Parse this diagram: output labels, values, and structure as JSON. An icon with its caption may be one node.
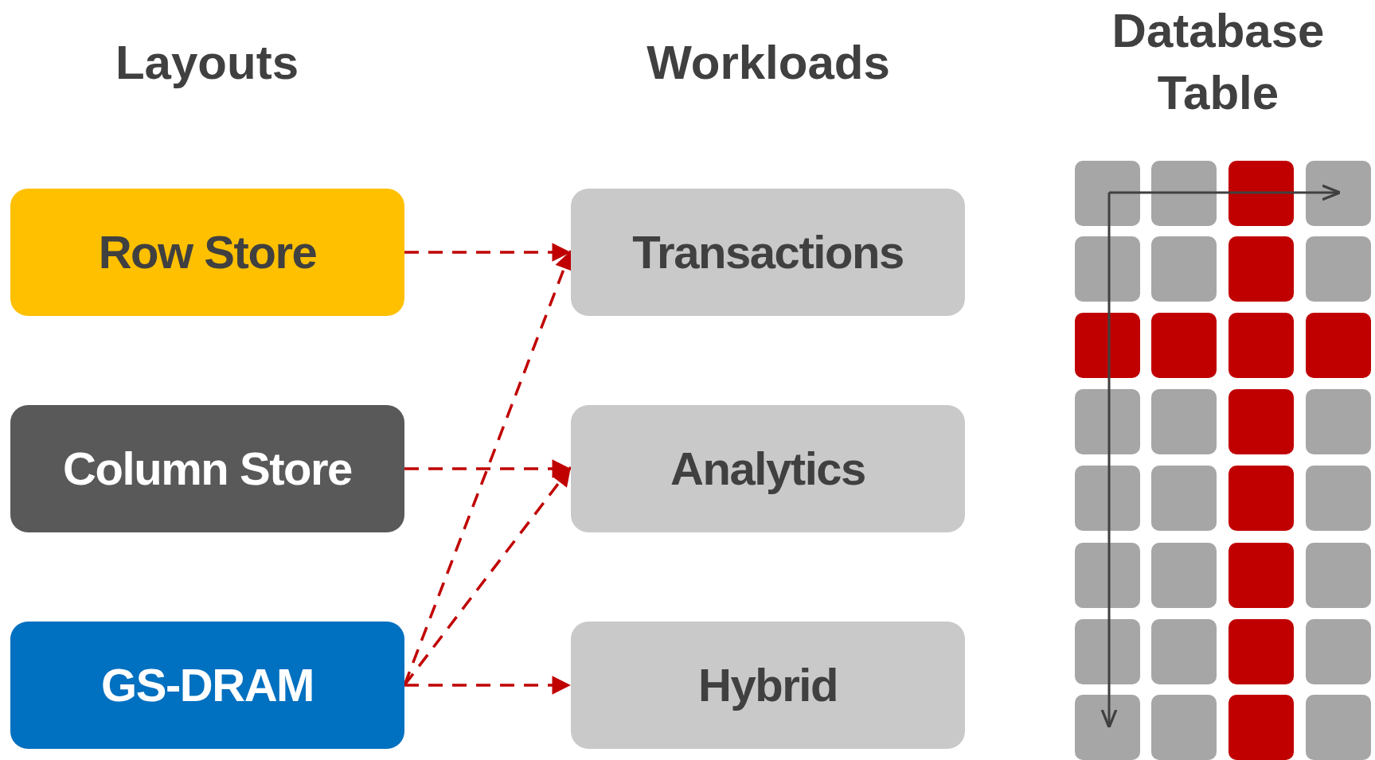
{
  "diagram": {
    "nodes": [
      {
        "text": [
          "Row Store"
        ]
      },
      {
        "text": [
          "Column Store"
        ]
      },
      {
        "text": [
          "GS-DRAM"
        ]
      },
      {
        "text": [
          "Transactions"
        ]
      },
      {
        "text": [
          "Analytics"
        ]
      },
      {
        "text": [
          "Hybrid"
        ]
      }
    ],
    "edges": [
      {
        "from": 0,
        "to": 3,
        "arrow": "to",
        "style": "dashed"
      },
      {
        "from": 1,
        "to": 4,
        "arrow": "to",
        "style": "dashed"
      },
      {
        "from": 2,
        "to": 3,
        "arrow": "to",
        "style": "dashed"
      },
      {
        "from": 2,
        "to": 4,
        "arrow": "to",
        "style": "dashed"
      },
      {
        "from": 2,
        "to": 5,
        "arrow": "to",
        "style": "dashed"
      }
    ],
    "labels": [
      "Layouts",
      "Workloads",
      "Database Table"
    ]
  }
}
